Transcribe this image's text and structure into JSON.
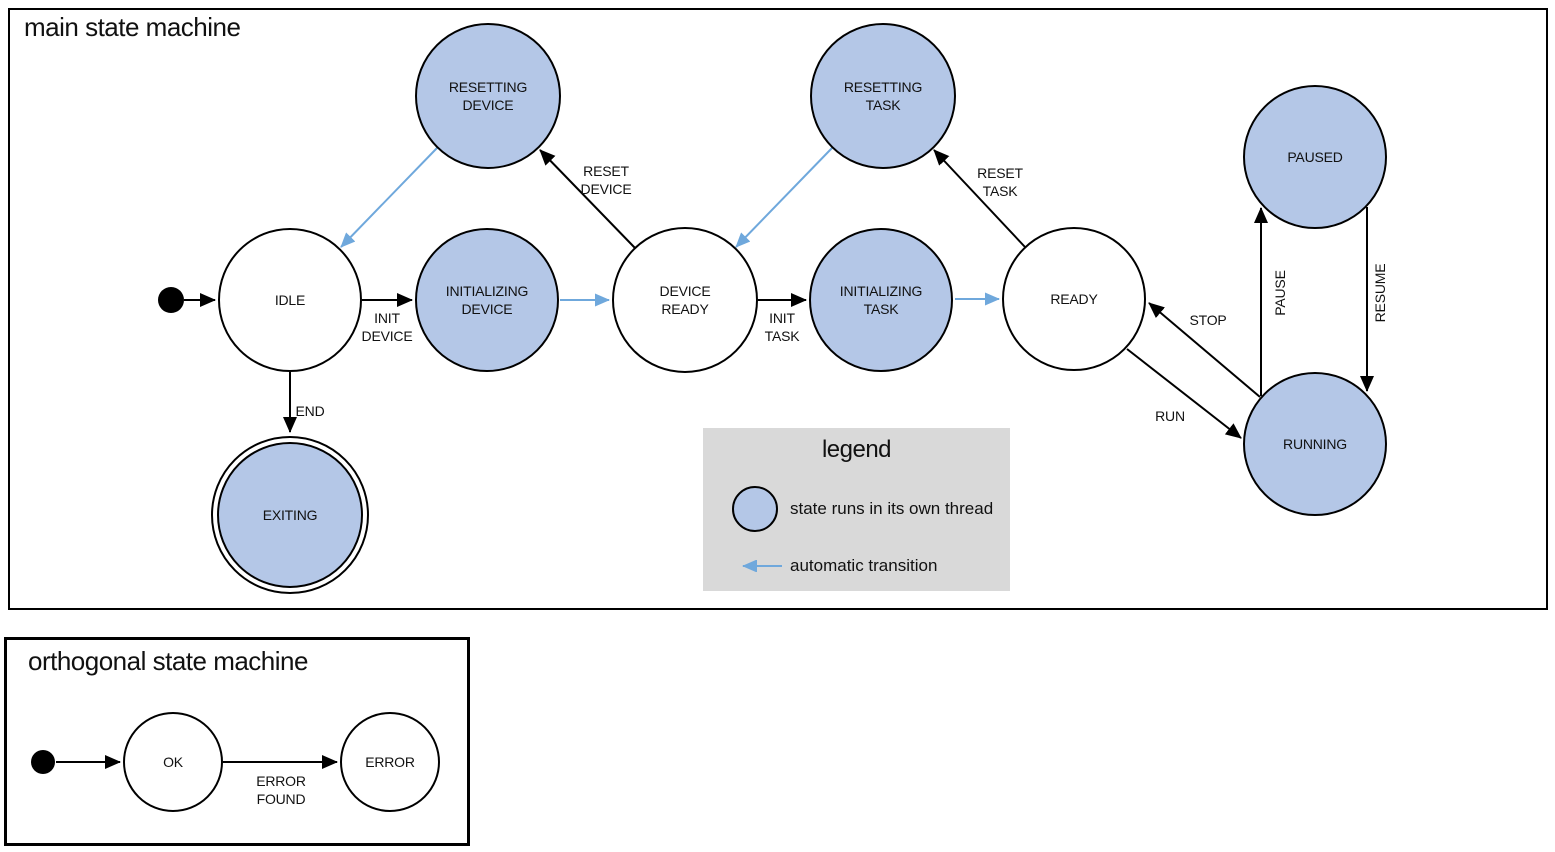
{
  "colors": {
    "thread_state_fill": "#b4c7e7",
    "automatic_transition_blue": "#6fa8dc",
    "legend_background": "#d9d9d9",
    "outline_black": "#000000"
  },
  "main": {
    "title": "main state machine",
    "states": {
      "idle": {
        "label": "IDLE"
      },
      "resetting_device": {
        "label": "RESETTING\nDEVICE"
      },
      "initializing_device": {
        "label": "INITIALIZING\nDEVICE"
      },
      "device_ready": {
        "label": "DEVICE\nREADY"
      },
      "resetting_task": {
        "label": "RESETTING\nTASK"
      },
      "initializing_task": {
        "label": "INITIALIZING\nTASK"
      },
      "ready": {
        "label": "READY"
      },
      "paused": {
        "label": "PAUSED"
      },
      "running": {
        "label": "RUNNING"
      },
      "exiting": {
        "label": "EXITING"
      }
    },
    "transitions": {
      "init_device": "INIT\nDEVICE",
      "end": "END",
      "reset_device": "RESET\nDEVICE",
      "init_task": "INIT\nTASK",
      "reset_task": "RESET\nTASK",
      "stop": "STOP",
      "run": "RUN",
      "pause": "PAUSE",
      "resume": "RESUME"
    }
  },
  "legend": {
    "title": "legend",
    "thread_item": "state runs in its own thread",
    "auto_item": "automatic transition"
  },
  "orthogonal": {
    "title": "orthogonal state machine",
    "states": {
      "ok": {
        "label": "OK"
      },
      "error": {
        "label": "ERROR"
      }
    },
    "transitions": {
      "error_found": "ERROR\nFOUND"
    }
  }
}
